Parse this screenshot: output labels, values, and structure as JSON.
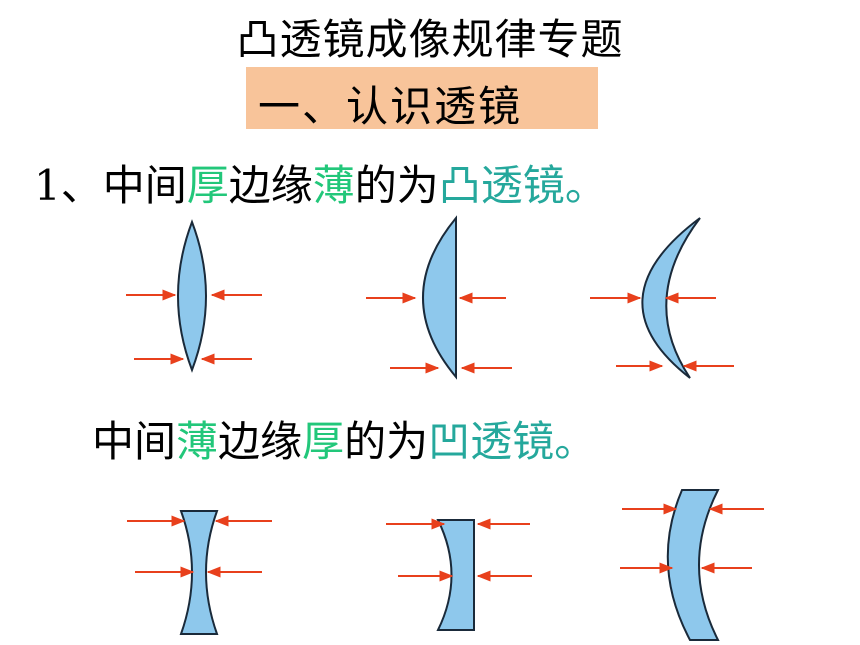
{
  "title": "凸透镜成像规律专题",
  "section": "一、认识透镜",
  "line1": {
    "prefix": "1、中间",
    "word1": "厚",
    "mid1": "边缘",
    "word2": "薄",
    "mid2": "的为",
    "term": "凸透镜",
    "end": "。"
  },
  "line2": {
    "prefix": "中间",
    "word1": "薄",
    "mid1": "边缘",
    "word2": "厚",
    "mid2": "的为",
    "term": "凹透镜",
    "end": "。"
  },
  "colors": {
    "lens_fill": "#8ec8ec",
    "lens_stroke": "#1a2a3a",
    "arrow": "#e8401c",
    "accent": "#22c77a",
    "section_bg": "#f8c49a"
  }
}
